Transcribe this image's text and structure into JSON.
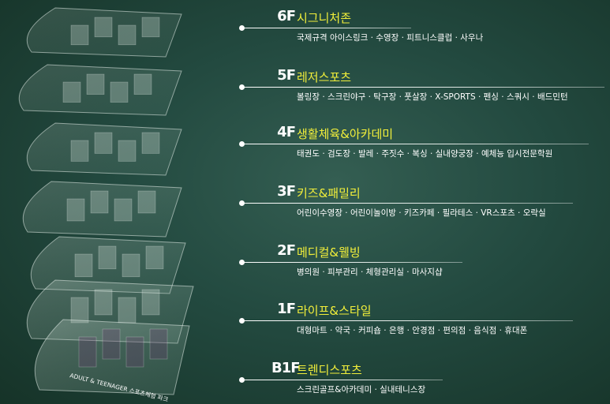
{
  "floors": [
    {
      "level": "6F",
      "name": "시그니처존",
      "desc": "국제규격 아이스링크 · 수영장 · 피트니스클럽 · 사우나"
    },
    {
      "level": "5F",
      "name": "레저스포츠",
      "desc": "볼링장 · 스크린야구 · 탁구장 · 풋살장 · X-SPORTS · 펜싱 · 스쿼시 · 배드민턴"
    },
    {
      "level": "4F",
      "name": "생활체육&아카데미",
      "desc": "태권도 · 검도장 · 발레 · 주짓수 · 복싱 · 실내양궁장 · 예체능 입시전문학원"
    },
    {
      "level": "3F",
      "name": "키즈&패밀리",
      "desc": "어린이수영장 · 어린이놀이방 · 키즈카페 · 필라테스 · VR스포츠 · 오락실"
    },
    {
      "level": "2F",
      "name": "메디컬&웰빙",
      "desc": "병의원 · 피부관리 · 체형관리실 · 마사지샵"
    },
    {
      "level": "1F",
      "name": "라이프&스타일",
      "desc": "대형마트 · 약국 ·   커피숍 ·   은행 · 안경점 · 편의점 · 음식점 · 휴대폰"
    },
    {
      "level": "B1F",
      "name": "트렌디스포츠",
      "desc": "스크린골프&아카데미 · 실내테니스장"
    }
  ],
  "floor_plan": {
    "label": "ADULT & TEENAGER 스포츠체험 파크"
  }
}
